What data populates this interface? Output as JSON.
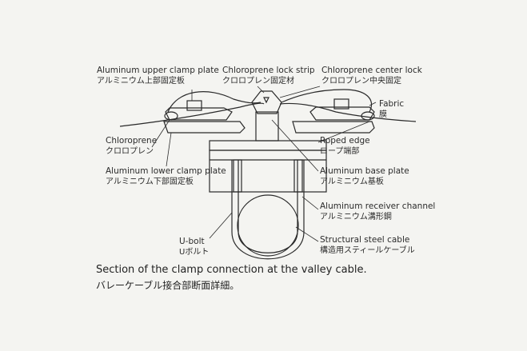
{
  "labels": {
    "upper_plate_en": "Aluminum upper clamp plate",
    "upper_plate_jp": "アルミニウム上部固定板",
    "lock_strip_en": "Chloroprene lock strip",
    "lock_strip_jp": "クロロプレン固定材",
    "center_lock_en": "Chloroprene center lock",
    "center_lock_jp": "クロロプレン中央固定",
    "fabric_en": "Fabric",
    "fabric_jp": "膜",
    "chloroprene_en": "Chloroprene",
    "chloroprene_jp": "クロロプレン",
    "roped_edge_en": "Roped edge",
    "roped_edge_jp": "ロープ端部",
    "lower_plate_en": "Aluminum lower clamp plate",
    "lower_plate_jp": "アルミニウム下部固定板",
    "base_plate_en": "Aluminum base plate",
    "base_plate_jp": "アルミニウム基板",
    "receiver_en": "Aluminum receiver channel",
    "receiver_jp": "アルミニウム溝形鋼",
    "ubolt_en": "U-bolt",
    "ubolt_jp": "Uボルト",
    "cable_en": "Structural steel cable",
    "cable_jp": "構造用スティールケーブル"
  },
  "caption": {
    "en": "Section of the clamp connection at the valley cable.",
    "jp": "バレーケーブル接合部断面詳細。"
  }
}
